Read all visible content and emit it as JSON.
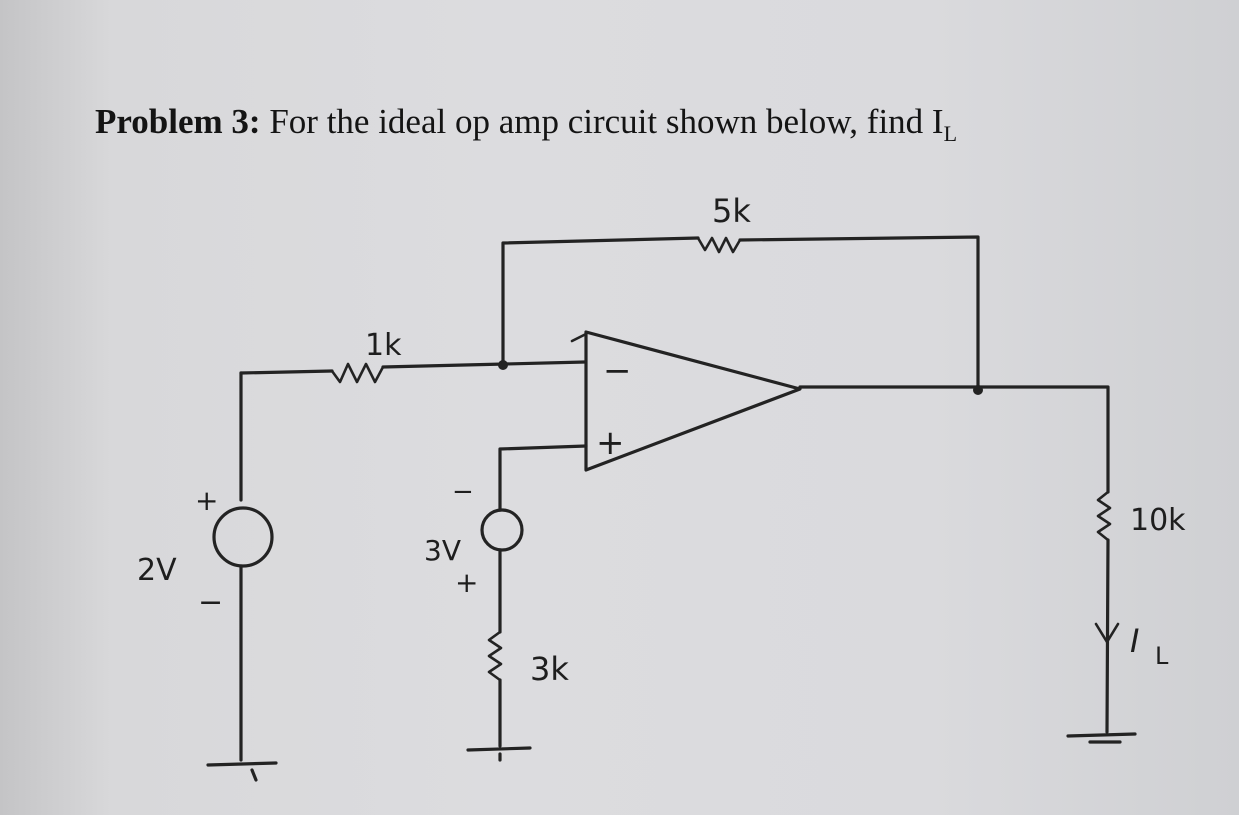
{
  "problem": {
    "label": "Problem 3:",
    "text": "For the ideal op amp circuit shown below, find I",
    "subscript": "L"
  },
  "components": {
    "r_input": "1k",
    "r_feedback": "5k",
    "r_ground": "3k",
    "r_load": "10k",
    "source_left": "2V",
    "source_left_plus": "+",
    "source_left_minus": "−",
    "source_mid": "3V",
    "source_mid_plus": "+",
    "source_mid_minus": "−",
    "opamp_minus": "−",
    "opamp_plus": "+",
    "current_label": "I",
    "current_subscript": "L"
  }
}
